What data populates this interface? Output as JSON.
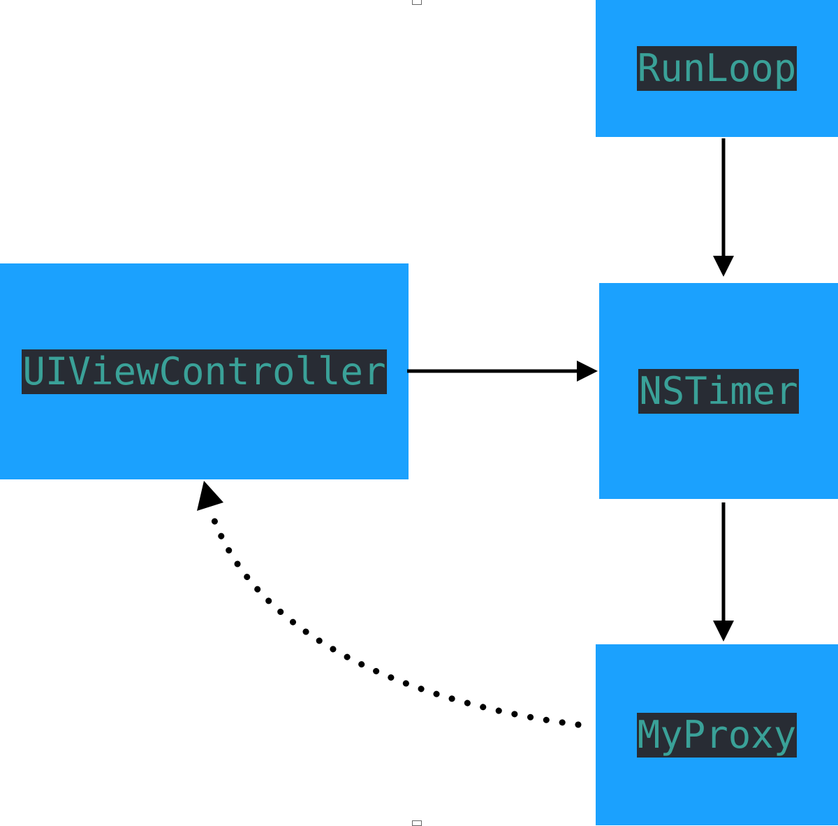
{
  "nodes": {
    "runloop": "RunLoop",
    "nstimer": "NSTimer",
    "myproxy": "MyProxy",
    "viewcontroller": "UIViewController"
  },
  "colors": {
    "node_fill": "#1ba1fe",
    "label_background": "#282c34",
    "label_text": "#3aa198",
    "edge": "#000000"
  },
  "edges": [
    {
      "from": "RunLoop",
      "to": "NSTimer",
      "style": "solid"
    },
    {
      "from": "UIViewController",
      "to": "NSTimer",
      "style": "solid"
    },
    {
      "from": "NSTimer",
      "to": "MyProxy",
      "style": "solid"
    },
    {
      "from": "MyProxy",
      "to": "UIViewController",
      "style": "dotted"
    }
  ]
}
